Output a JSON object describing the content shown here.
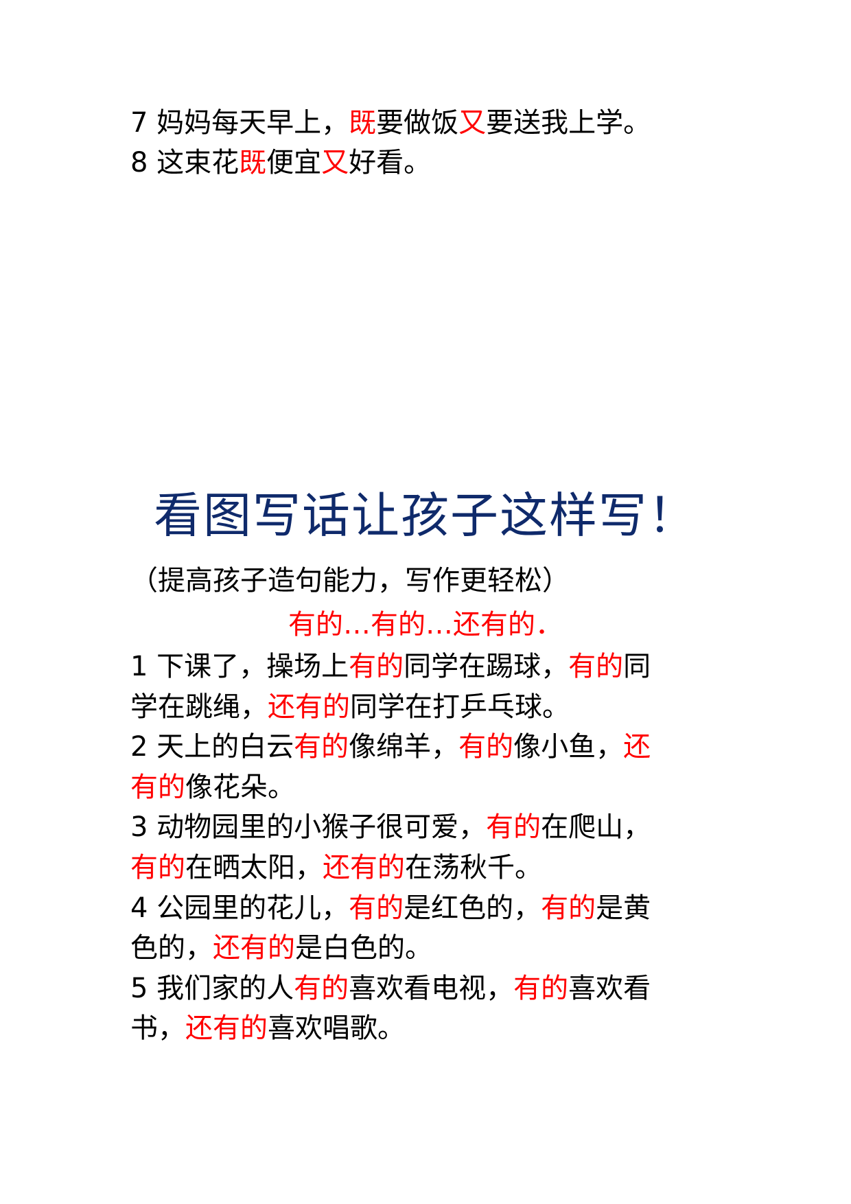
{
  "colors": {
    "text": "#000000",
    "highlight": "#ff0000",
    "title": "#0f2a6b",
    "background": "#ffffff"
  },
  "top_section": {
    "lines": [
      {
        "segments": [
          {
            "text": "7 妈妈每天早上，",
            "style": "black"
          },
          {
            "text": "既",
            "style": "red"
          },
          {
            "text": "要做饭",
            "style": "black"
          },
          {
            "text": "又",
            "style": "red"
          },
          {
            "text": "要送我上学。",
            "style": "black"
          }
        ]
      },
      {
        "segments": [
          {
            "text": "8 这束花",
            "style": "black"
          },
          {
            "text": "既",
            "style": "red"
          },
          {
            "text": "便宜",
            "style": "black"
          },
          {
            "text": "又",
            "style": "red"
          },
          {
            "text": "好看。",
            "style": "black"
          }
        ]
      }
    ]
  },
  "section": {
    "title": "看图写话让孩子这样写！",
    "subtitle": "（提高孩子造句能力，写作更轻松）",
    "pattern": "有的…有的…还有的．",
    "lines": [
      {
        "segments": [
          {
            "text": "1 下课了，操场上",
            "style": "black"
          },
          {
            "text": "有的",
            "style": "red"
          },
          {
            "text": "同学在踢球，",
            "style": "black"
          },
          {
            "text": "有的",
            "style": "red"
          },
          {
            "text": "同",
            "style": "black"
          }
        ]
      },
      {
        "segments": [
          {
            "text": "学在跳绳，",
            "style": "black"
          },
          {
            "text": "还有的",
            "style": "red"
          },
          {
            "text": "同学在打乒乓球。",
            "style": "black"
          }
        ]
      },
      {
        "segments": [
          {
            "text": "2 天上的白云",
            "style": "black"
          },
          {
            "text": "有的",
            "style": "red"
          },
          {
            "text": "像绵羊，",
            "style": "black"
          },
          {
            "text": "有的",
            "style": "red"
          },
          {
            "text": "像小鱼，",
            "style": "black"
          },
          {
            "text": "还",
            "style": "red"
          }
        ]
      },
      {
        "segments": [
          {
            "text": "有的",
            "style": "red"
          },
          {
            "text": "像花朵。",
            "style": "black"
          }
        ]
      },
      {
        "segments": [
          {
            "text": "3 动物园里的小猴子很可爱，",
            "style": "black"
          },
          {
            "text": "有的",
            "style": "red"
          },
          {
            "text": "在爬山，",
            "style": "black"
          }
        ]
      },
      {
        "segments": [
          {
            "text": "有的",
            "style": "red"
          },
          {
            "text": "在晒太阳，",
            "style": "black"
          },
          {
            "text": "还有的",
            "style": "red"
          },
          {
            "text": "在荡秋千。",
            "style": "black"
          }
        ]
      },
      {
        "segments": [
          {
            "text": "4 公园里的花儿，",
            "style": "black"
          },
          {
            "text": "有的",
            "style": "red"
          },
          {
            "text": "是红色的，",
            "style": "black"
          },
          {
            "text": "有的",
            "style": "red"
          },
          {
            "text": "是黄",
            "style": "black"
          }
        ]
      },
      {
        "segments": [
          {
            "text": "色的，",
            "style": "black"
          },
          {
            "text": "还有的",
            "style": "red"
          },
          {
            "text": "是白色的。",
            "style": "black"
          }
        ]
      },
      {
        "segments": [
          {
            "text": "5 我们家的人",
            "style": "black"
          },
          {
            "text": "有的",
            "style": "red"
          },
          {
            "text": "喜欢看电视，",
            "style": "black"
          },
          {
            "text": "有的",
            "style": "red"
          },
          {
            "text": "喜欢看",
            "style": "black"
          }
        ]
      },
      {
        "segments": [
          {
            "text": "书，",
            "style": "black"
          },
          {
            "text": "还有的",
            "style": "red"
          },
          {
            "text": "喜欢唱歌。",
            "style": "black"
          }
        ]
      }
    ]
  }
}
